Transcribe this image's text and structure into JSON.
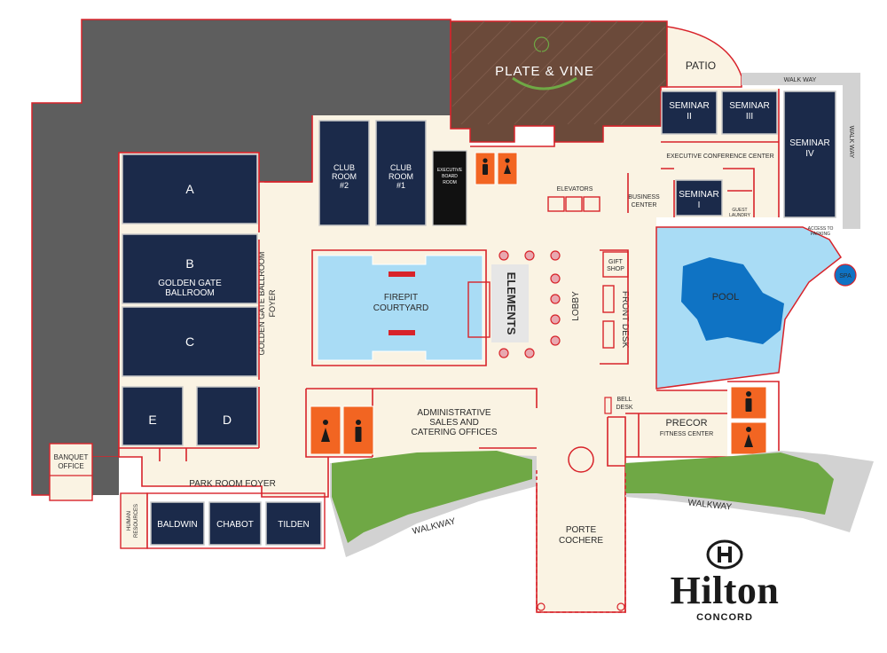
{
  "colors": {
    "floor": "#faf3e3",
    "room": "#1b2a4a",
    "wall": "#d8232a",
    "parking": "#5e5e5e",
    "restaurant": "#6b4a3a",
    "water": "#a9dcf5",
    "pool": "#0f73c4",
    "lawn": "#6fa845",
    "walkway": "#d2d2d2",
    "restroom": "#f26522"
  },
  "rooms": {
    "ballroom_a": "A",
    "ballroom_b": "B",
    "ballroom_name_1": "GOLDEN GATE",
    "ballroom_name_2": "BALLROOM",
    "ballroom_c": "C",
    "room_e": "E",
    "room_d": "D",
    "club2_l1": "CLUB",
    "club2_l2": "ROOM",
    "club2_l3": "#2",
    "club1_l1": "CLUB",
    "club1_l2": "ROOM",
    "club1_l3": "#1",
    "exec_board_l1": "EXECUTIVE",
    "exec_board_l2": "BOARD",
    "exec_board_l3": "ROOM",
    "seminar2_l1": "SEMINAR",
    "seminar2_l2": "II",
    "seminar3_l1": "SEMINAR",
    "seminar3_l2": "III",
    "seminar4_l1": "SEMINAR",
    "seminar4_l2": "IV",
    "seminar1_l1": "SEMINAR",
    "seminar1_l2": "I",
    "baldwin": "BALDWIN",
    "chabot": "CHABOT",
    "tilden": "TILDEN"
  },
  "areas": {
    "restaurant": "PLATE & VINE",
    "patio": "PATIO",
    "walkway_top": "WALK WAY",
    "walkway_side": "WALK WAY",
    "exec_conf": "EXECUTIVE CONFERENCE CENTER",
    "elevators": "ELEVATORS",
    "business_1": "BUSINESS",
    "business_2": "CENTER",
    "guest_laundry_1": "GUEST",
    "guest_laundry_2": "LAUNDRY",
    "access_parking_1": "ACCESS TO",
    "access_parking_2": "PARKING",
    "spa": "SPA",
    "pool": "POOL",
    "foyer_1": "GOLDEN GATE BALLROOM",
    "foyer_2": "FOYER",
    "firepit_1": "FIREPIT",
    "firepit_2": "COURTYARD",
    "elements": "ELEMENTS",
    "lobby": "LOBBY",
    "gift_1": "GIFT",
    "gift_2": "SHOP",
    "front_desk": "FRONT DESK",
    "bell_1": "BELL",
    "bell_2": "DESK",
    "admin_1": "ADMINISTRATIVE",
    "admin_2": "SALES AND",
    "admin_3": "CATERING OFFICES",
    "precor_1": "PRECOR",
    "precor_2": "FITNESS CENTER",
    "banquet_1": "BANQUET",
    "banquet_2": "OFFICE",
    "park_foyer": "PARK ROOM FOYER",
    "hr_1": "HUMAN",
    "hr_2": "RESOURCES",
    "walkway_left": "WALKWAY",
    "walkway_right": "WALKWAY",
    "porte_1": "PORTE",
    "porte_2": "COCHERE"
  },
  "brand": {
    "name": "Hilton",
    "location": "CONCORD"
  }
}
